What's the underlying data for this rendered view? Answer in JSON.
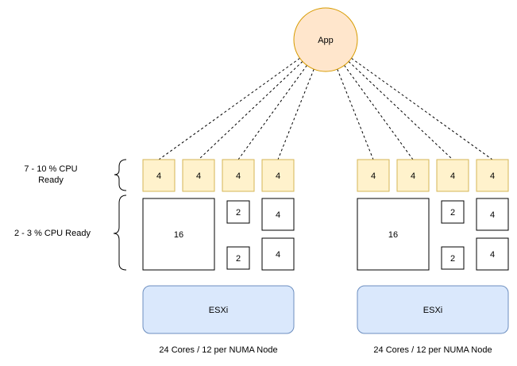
{
  "app": {
    "label": "App",
    "fill": "#ffe6cc",
    "stroke": "#d79b00"
  },
  "annotations": {
    "cpu_ready_high": [
      "7 - 10 % CPU",
      "Ready"
    ],
    "cpu_ready_low": "2 - 3 % CPU Ready"
  },
  "hosts": [
    {
      "id": "left",
      "app_vms": [
        "4",
        "4",
        "4",
        "4"
      ],
      "other_vms": {
        "large": "16",
        "small": [
          "2",
          "2"
        ],
        "medium": [
          "4",
          "4"
        ]
      },
      "esxi_label": "ESXi",
      "caption": "24 Cores / 12 per NUMA Node"
    },
    {
      "id": "right",
      "app_vms": [
        "4",
        "4",
        "4",
        "4"
      ],
      "other_vms": {
        "large": "16",
        "small": [
          "2",
          "2"
        ],
        "medium": [
          "4",
          "4"
        ]
      },
      "esxi_label": "ESXi",
      "caption": "24 Cores / 12 per NUMA Node"
    }
  ],
  "colors": {
    "app_vm_fill": "#fff2cc",
    "app_vm_stroke": "#d6b656",
    "esxi_fill": "#dae8fc",
    "esxi_stroke": "#6c8ebf",
    "vm_fill": "#ffffff",
    "vm_stroke": "#000000"
  }
}
